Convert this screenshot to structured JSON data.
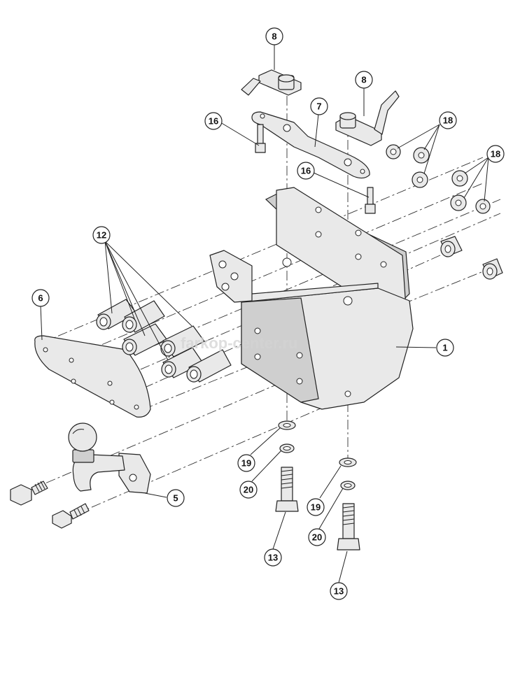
{
  "callouts": {
    "c1": "1",
    "c5": "5",
    "c6": "6",
    "c7": "7",
    "c8a": "8",
    "c8b": "8",
    "c12": "12",
    "c13a": "13",
    "c13b": "13",
    "c16a": "16",
    "c16b": "16",
    "c18a": "18",
    "c18b": "18",
    "c19a": "19",
    "c19b": "19",
    "c20a": "20",
    "c20b": "20"
  },
  "watermark": "farkop-center.ru",
  "colors": {
    "line": "#222222",
    "fill": "#e9e9e9",
    "background": "#ffffff"
  }
}
